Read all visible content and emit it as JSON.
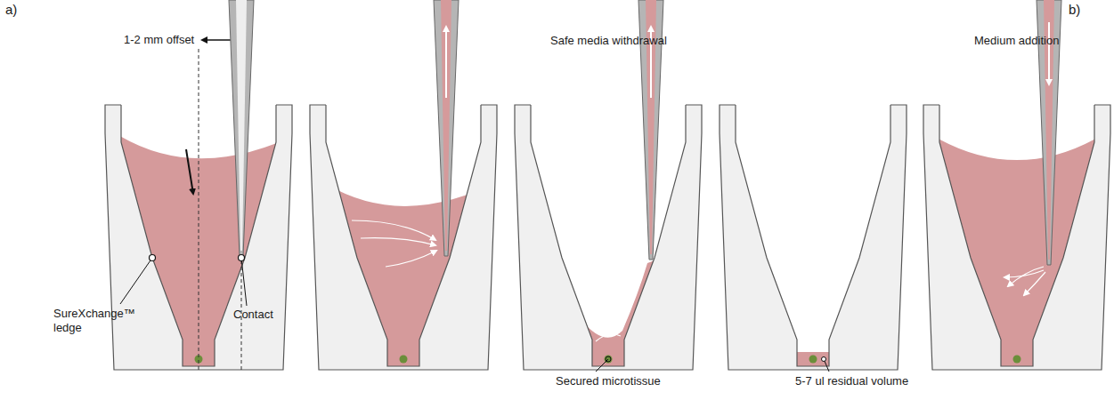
{
  "diagram": {
    "labels": [
      "a)",
      "b)",
      "1-2 mm offset",
      "Safe media withdrawal",
      "Medium addition",
      "SureXchange™ ledge",
      "Contact",
      "Secured microtissue",
      "5-7 ul residual volume"
    ]
  }
}
